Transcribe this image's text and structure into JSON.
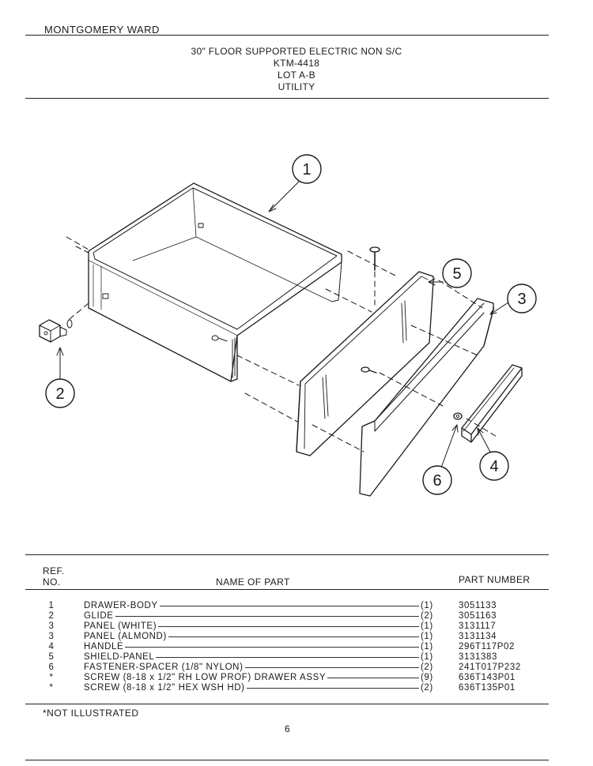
{
  "header": {
    "brand": "MONTGOMERY WARD",
    "title_lines": [
      "30\" FLOOR SUPPORTED ELECTRIC NON S/C",
      "KTM-4418",
      "LOT A-B",
      "UTILITY"
    ]
  },
  "callouts": [
    "1",
    "2",
    "3",
    "4",
    "5",
    "6"
  ],
  "table": {
    "headers": {
      "ref_line1": "REF.",
      "ref_line2": "NO.",
      "name": "NAME OF PART",
      "part_number": "PART NUMBER"
    },
    "rows": [
      {
        "ref": "1",
        "name": "DRAWER-BODY",
        "qty": "(1)",
        "part_number": "3051133"
      },
      {
        "ref": "2",
        "name": "GLIDE",
        "qty": "(2)",
        "part_number": "3051163"
      },
      {
        "ref": "3",
        "name": "PANEL (WHITE)",
        "qty": "(1)",
        "part_number": "3131117"
      },
      {
        "ref": "3",
        "name": "PANEL (ALMOND)",
        "qty": "(1)",
        "part_number": "3131134"
      },
      {
        "ref": "4",
        "name": "HANDLE",
        "qty": "(1)",
        "part_number": "296T117P02"
      },
      {
        "ref": "5",
        "name": "SHIELD-PANEL",
        "qty": "(1)",
        "part_number": "3131383"
      },
      {
        "ref": "6",
        "name": "FASTENER-SPACER (1/8\" NYLON)",
        "qty": "(2)",
        "part_number": "241T017P232"
      },
      {
        "ref": "*",
        "name": "SCREW (8-18 x 1/2\" RH LOW PROF) DRAWER ASSY",
        "qty": "(9)",
        "part_number": "636T143P01"
      },
      {
        "ref": "*",
        "name": "SCREW (8-18 x 1/2\" HEX WSH HD)",
        "qty": "(2)",
        "part_number": "636T135P01"
      }
    ]
  },
  "footnote": "*NOT ILLUSTRATED",
  "page_number": "6"
}
